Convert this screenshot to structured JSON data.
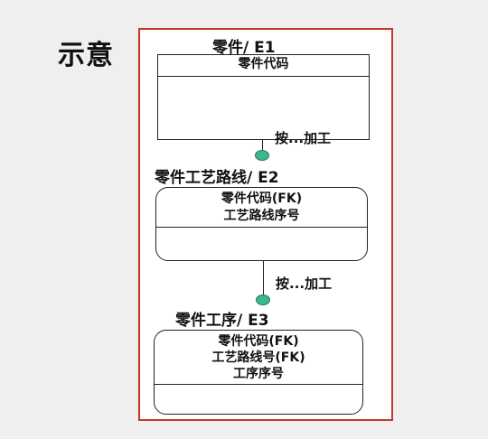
{
  "heading": "示意",
  "entities": [
    {
      "title": "零件/ E1",
      "keys": [
        "零件代码"
      ]
    },
    {
      "title": "零件工艺路线/ E2",
      "keys": [
        "零件代码(FK)",
        "工艺路线序号"
      ]
    },
    {
      "title": "零件工序/ E3",
      "keys": [
        "零件代码(FK)",
        "工艺路线号(FK)",
        "工序序号"
      ]
    }
  ],
  "relationships": [
    {
      "label": "按...加工"
    },
    {
      "label": "按...加工"
    }
  ],
  "colors": {
    "frame_border": "#c0392b",
    "connector_dot": "#3db88a"
  }
}
